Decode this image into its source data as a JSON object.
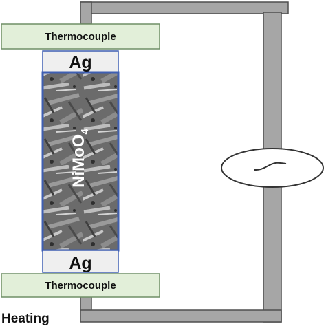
{
  "labels": {
    "thermocouple_top": "Thermocouple",
    "thermocouple_bottom": "Thermocouple",
    "electrode_top": "Ag",
    "electrode_bottom": "Ag",
    "sample_formula": "NiMoO",
    "sample_subscript": "4",
    "heating": "Heating"
  },
  "colors": {
    "thermocouple_fill": "#e2efd9",
    "thermocouple_stroke": "#6f8f66",
    "electrode_fill": "#efefef",
    "sample_border": "#3f5fb2",
    "sample_dark": "#4a4a4a",
    "sample_light": "#bdbdbd",
    "wire_fill": "#a6a6a6",
    "wire_stroke": "#4f4f4f",
    "meter_fill": "#ffffff",
    "meter_stroke": "#333333"
  },
  "icons": {
    "meter": "ellipse-with-sine-wave",
    "sample_texture": "sem-nanorod-texture"
  }
}
